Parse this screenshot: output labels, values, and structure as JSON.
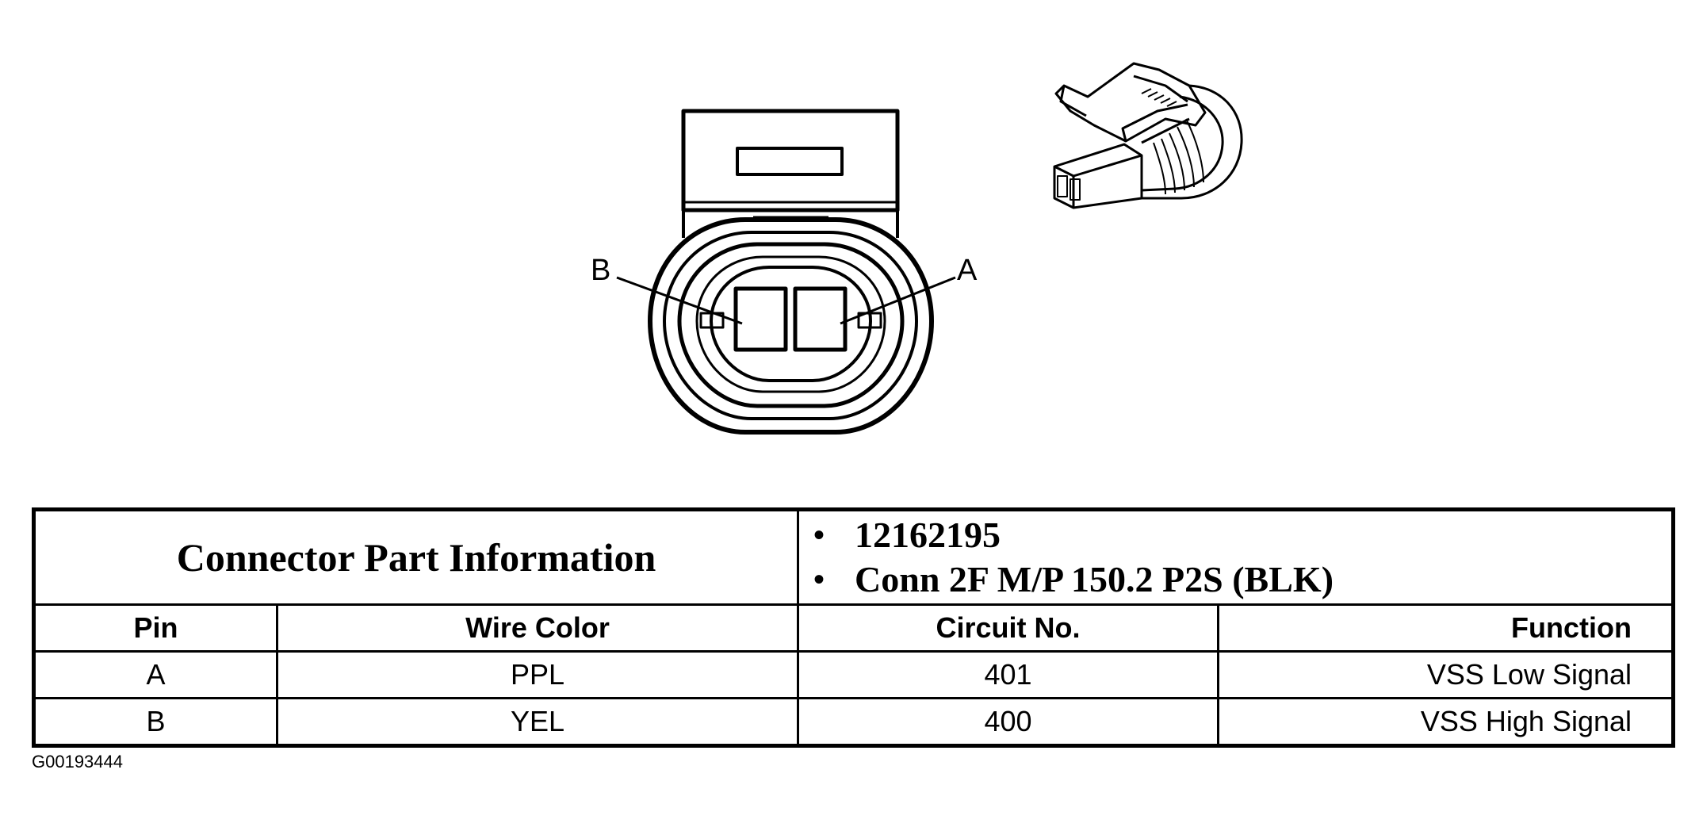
{
  "diagram": {
    "pin_labels": {
      "b": "B",
      "a": "A"
    }
  },
  "table": {
    "part_info_title": "Connector Part Information",
    "part_info_items": [
      "12162195",
      "Conn 2F M/P 150.2 P2S (BLK)"
    ],
    "columns": [
      "Pin",
      "Wire Color",
      "Circuit No.",
      "Function"
    ],
    "rows": [
      {
        "pin": "A",
        "wire_color": "PPL",
        "circuit": "401",
        "function": "VSS Low Signal"
      },
      {
        "pin": "B",
        "wire_color": "YEL",
        "circuit": "400",
        "function": "VSS High Signal"
      }
    ]
  },
  "figure_id": "G00193444"
}
